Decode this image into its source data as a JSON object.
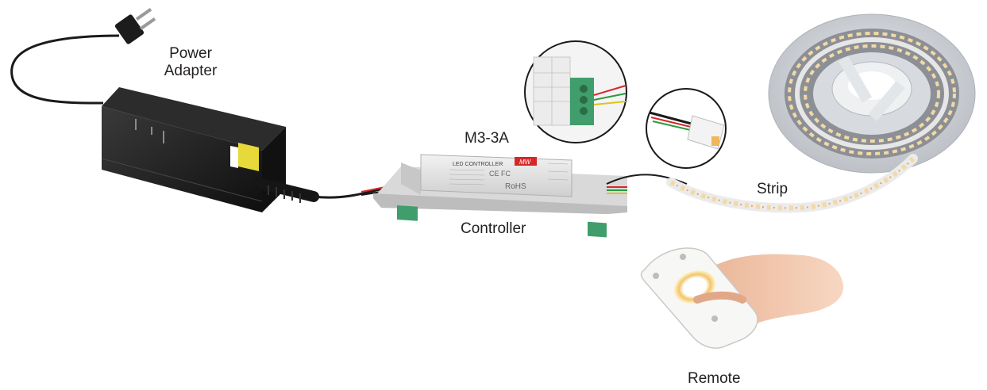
{
  "labels": {
    "power_adapter_line1": "Power",
    "power_adapter_line2": "Adapter",
    "controller_model": "M3-3A",
    "controller": "Controller",
    "strip": "Strip",
    "remote": "Remote"
  },
  "controller_face": {
    "title": "LED CONTROLLER",
    "brand": "MW",
    "certs": "CE FC",
    "rohs": "RoHS"
  },
  "colors": {
    "adapter_body": "#1f1f1f",
    "adapter_label": "#e8d93a",
    "controller_body": "#e6e6e6",
    "terminal_green": "#3f9e6b",
    "wire_red": "#d62828",
    "wire_green": "#2e9b3d",
    "wire_yellow": "#e0c21a",
    "wire_black": "#1a1a1a",
    "reel": "#d5d8dc",
    "led_warm": "#f3d9a3",
    "skin": "#f0c2a2"
  }
}
